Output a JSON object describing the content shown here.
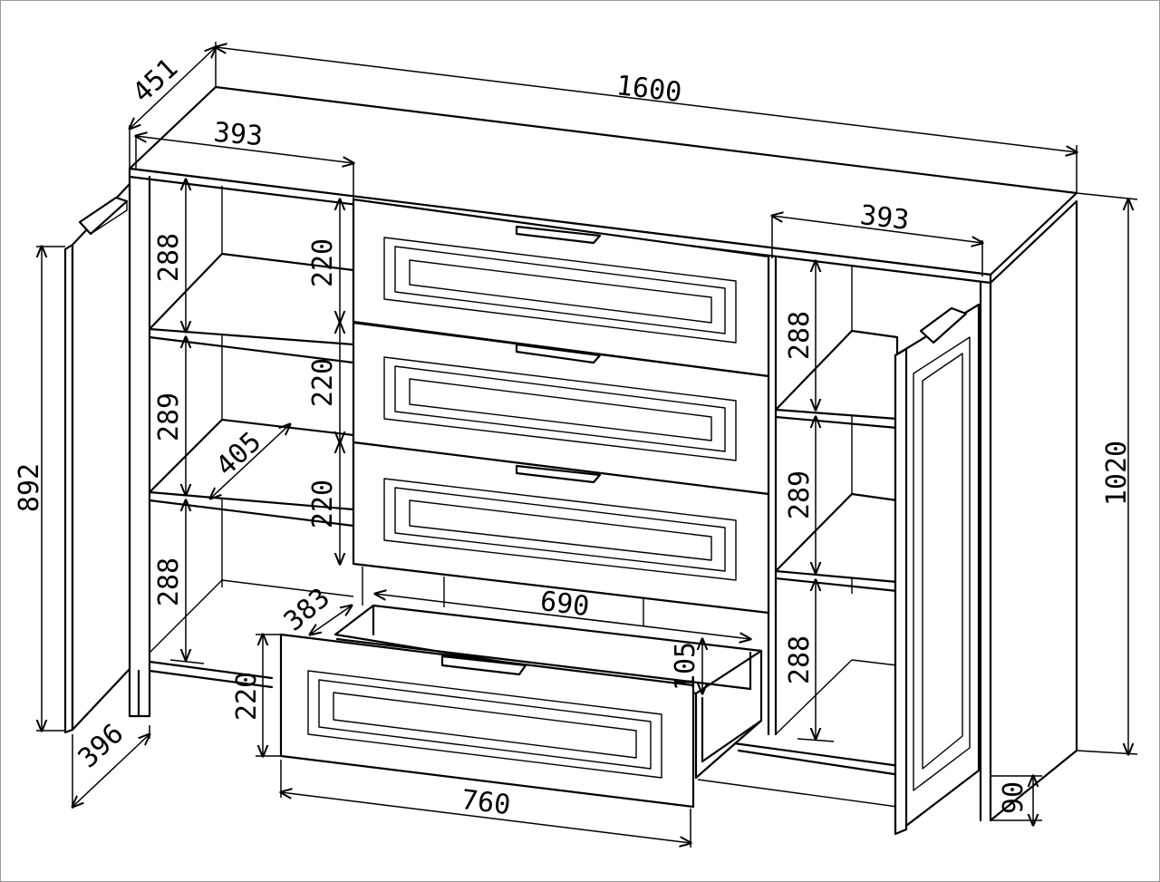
{
  "diagram": {
    "colors": {
      "line": "#000000",
      "background": "#ffffff"
    },
    "dimensions": {
      "overall_width": "1600",
      "overall_depth": "451",
      "overall_height": "1020",
      "left_section_width": "393",
      "right_section_width": "393",
      "left_shelf_top": "288",
      "left_shelf_middle": "289",
      "left_shelf_bottom": "288",
      "shelf_depth": "405",
      "door_height": "892",
      "door_width": "396",
      "drawer_front_1": "220",
      "drawer_front_2": "220",
      "drawer_front_3": "220",
      "drawer_front_open": "220",
      "drawer_box_depth": "383",
      "drawer_box_width": "690",
      "drawer_box_height": "105",
      "drawer_front_width": "760",
      "right_shelf_top": "288",
      "right_shelf_middle": "289",
      "right_shelf_bottom": "288",
      "plinth_height": "90"
    }
  }
}
